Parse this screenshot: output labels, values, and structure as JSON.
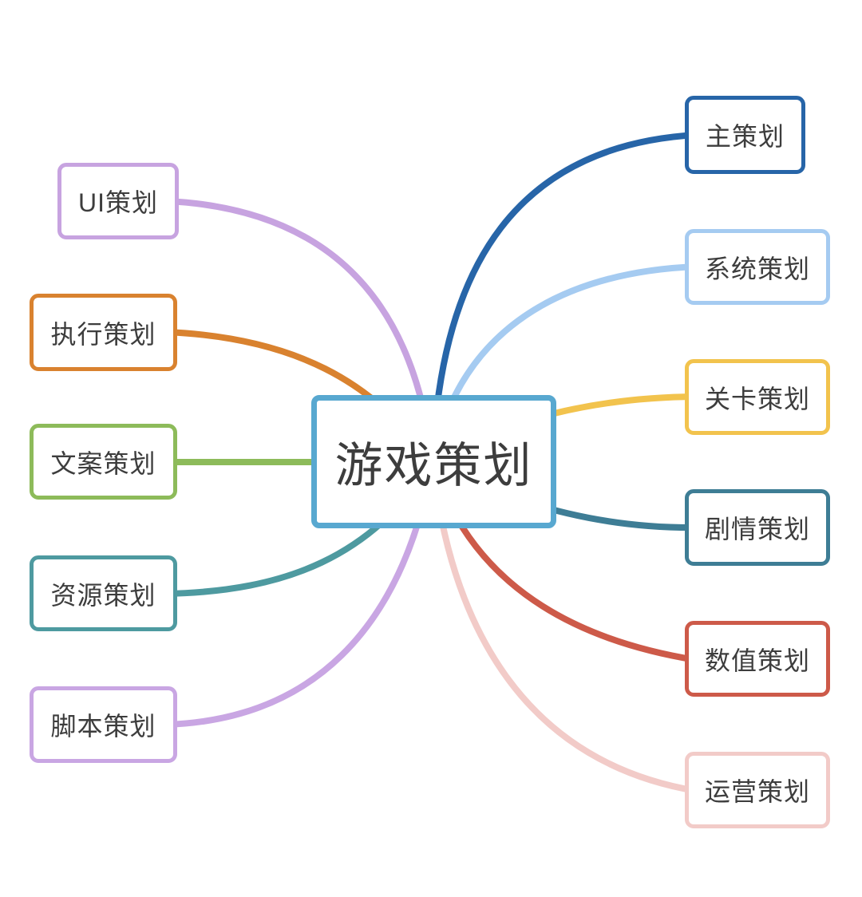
{
  "diagram": {
    "background_color": "#ffffff",
    "text_color": "#3d3d3d",
    "center": {
      "label": "游戏策划",
      "color": "#58A8D0"
    },
    "nodes": [
      {
        "id": "ui-planning",
        "label": "UI策划",
        "color": "#C7A3E0",
        "side": "left"
      },
      {
        "id": "execution-planning",
        "label": "执行策划",
        "color": "#D9822F",
        "side": "left"
      },
      {
        "id": "copywriting-planning",
        "label": "文案策划",
        "color": "#8DBB5A",
        "side": "left"
      },
      {
        "id": "resource-planning",
        "label": "资源策划",
        "color": "#4E9AA0",
        "side": "left"
      },
      {
        "id": "script-planning",
        "label": "脚本策划",
        "color": "#C9A6E3",
        "side": "left"
      },
      {
        "id": "chief-planning",
        "label": "主策划",
        "color": "#2765A8",
        "side": "right"
      },
      {
        "id": "system-planning",
        "label": "系统策划",
        "color": "#A5CBF1",
        "side": "right"
      },
      {
        "id": "level-planning",
        "label": "关卡策划",
        "color": "#F2C34D",
        "side": "right"
      },
      {
        "id": "story-planning",
        "label": "剧情策划",
        "color": "#3E7D95",
        "side": "right"
      },
      {
        "id": "numeric-planning",
        "label": "数值策划",
        "color": "#CD5A49",
        "side": "right"
      },
      {
        "id": "operations-planning",
        "label": "运营策划",
        "color": "#F2CBC8",
        "side": "right"
      }
    ]
  }
}
